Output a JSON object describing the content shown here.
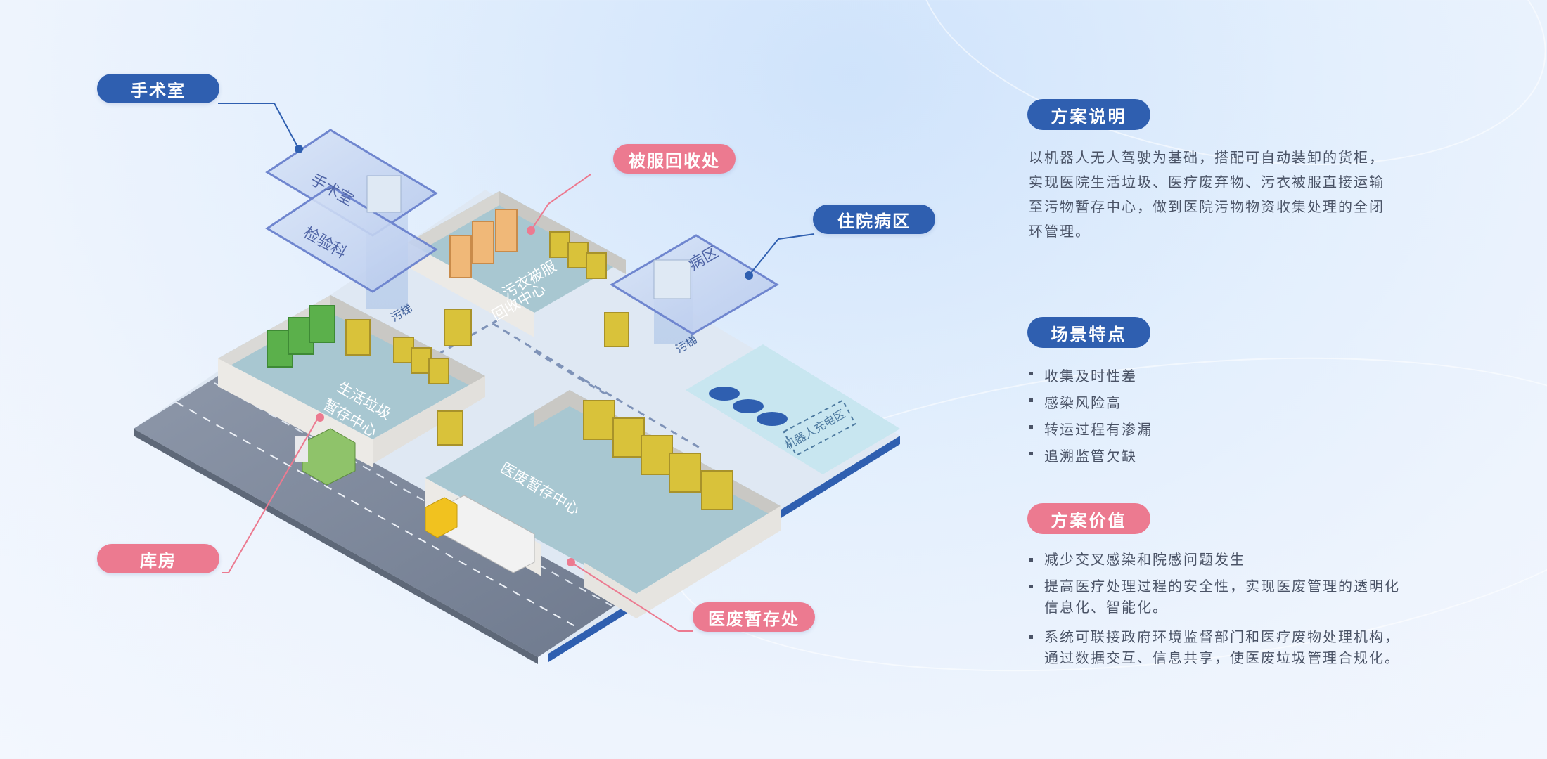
{
  "callouts": {
    "surgery": "手术室",
    "bedding": "被服回收处",
    "ward": "住院病区",
    "storehouse": "库房",
    "med_waste": "医废暂存处"
  },
  "map_labels": {
    "surgery": "手术室",
    "lab": "检验科",
    "ward": "病区",
    "linen_center": [
      "污衣被服",
      "回收中心"
    ],
    "life_garbage": [
      "生活垃圾",
      "暂存中心"
    ],
    "medwaste_center": "医废暂存中心",
    "charging": "机器人充电区",
    "elevator_a": "污梯",
    "elevator_b": "污梯"
  },
  "sections": {
    "plan": {
      "title": "方案说明",
      "lines": [
        "以机器人无人驾驶为基础，搭配可自动装卸的货柜，",
        "实现医院生活垃圾、医疗废弃物、污衣被服直接运输",
        "至污物暂存中心，做到医院污物物资收集处理的全闭",
        "环管理。"
      ]
    },
    "features": {
      "title": "场景特点",
      "items": [
        "收集及时性差",
        "感染风险高",
        "转运过程有渗漏",
        "追溯监管欠缺"
      ]
    },
    "value": {
      "title": "方案价值",
      "items": [
        [
          "减少交叉感染和院感问题发生"
        ],
        [
          "提高医疗处理过程的安全性，实现医废管理的透明化",
          "信息化、智能化。"
        ],
        [
          "系统可联接政府环境监督部门和医疗废物处理机构，",
          "通过数据交互、信息共享，使医废垃圾管理合规化。"
        ]
      ]
    }
  },
  "colors": {
    "blue": "#2f5fb0",
    "pink": "#ec7a90",
    "text": "#4a5366"
  }
}
